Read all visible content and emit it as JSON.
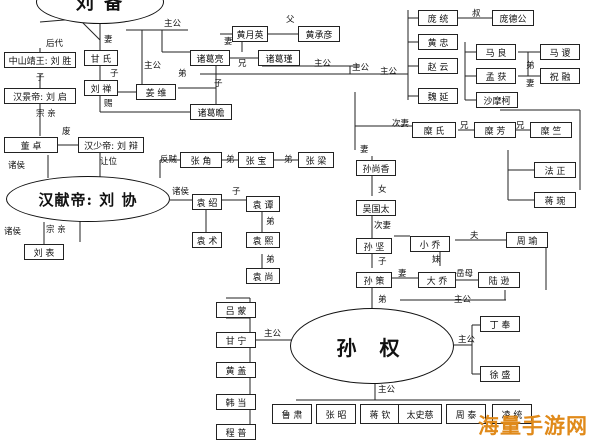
{
  "main": {
    "liubei": "刘 备",
    "xiandi": "汉献帝: 刘 协",
    "sunquan": "孙 权"
  },
  "people": {
    "zhongshan": "中山靖王: 刘 胜",
    "jingdi": "汉景帝: 刘 启",
    "ganshi": "甘 氏",
    "liuchan": "刘 禅",
    "jiangwei": "姜 维",
    "huangyueying": "黄月英",
    "huangchengyan": "黄承彦",
    "zhugeliang": "诸葛亮",
    "zhugejin": "诸葛瑾",
    "zhugezhan": "诸葛瞻",
    "pangtong": "庞 统",
    "pangdegong": "庞德公",
    "huangzhong": "黄 忠",
    "zhaoyun": "赵 云",
    "weiyan": "魏 延",
    "maliang": "马 良",
    "masu": "马 谡",
    "menghuo": "孟 获",
    "zhurong": "祝 融",
    "shashike": "沙摩柯",
    "mishi": "糜 氏",
    "mifang": "糜 芳",
    "mizhu": "糜 竺",
    "fazheng": "法 正",
    "jiangwan": "蒋 琬",
    "dongzhuo": "董 卓",
    "shaodi": "汉少帝: 刘 辩",
    "liubiao": "刘 表",
    "zhangjiao": "张 角",
    "zhangbao": "张 宝",
    "zhangliang": "张 梁",
    "yuanshao": "袁 绍",
    "yuanshu": "袁 术",
    "yuantan": "袁 谭",
    "yuanxi": "袁 熙",
    "yuanshang": "袁 尚",
    "sunshangxiang": "孙尚香",
    "wuguotai": "吴国太",
    "sunjian": "孙 坚",
    "sunce": "孙 策",
    "xiaoqiao": "小 乔",
    "daqiao": "大 乔",
    "zhouyu": "周 瑜",
    "luxun": "陆 逊",
    "lvmeng": "吕 蒙",
    "ganning": "甘 宁",
    "huanggai": "黄 盖",
    "handang": "韩 当",
    "chengpu": "程 普",
    "dingfeng": "丁 奉",
    "xusheng": "徐 盛",
    "lusu": "鲁 肃",
    "zhangzhao": "张 昭",
    "jiangqin": "蒋 钦",
    "taishici": "太史慈",
    "zhoutai": "周 泰",
    "lingtong": "凌 统"
  },
  "labels": {
    "houdai": "后代",
    "zi1": "子",
    "zongqin1": "宗 亲",
    "qi1": "妻",
    "zi2": "子",
    "ci": "赐",
    "zhugong1": "主公",
    "zhugong2": "主公",
    "di1": "弟",
    "zi3": "子",
    "fu": "父",
    "qi2": "妻",
    "xiong1": "兄",
    "zhugong3": "主公",
    "shu": "叔",
    "zhugong4": "主公",
    "di2": "弟",
    "qi3": "妻",
    "ciqi1": "次妻",
    "xiong2": "兄",
    "xiong3": "兄",
    "qi4": "妻",
    "fei": "废",
    "zhuhou1": "诸侯",
    "rangwei": "让位",
    "zongqin2": "宗 亲",
    "zhuhou2": "诸侯",
    "zhuhou3": "诸侯",
    "fanzei": "反贼",
    "di3": "弟",
    "di4": "弟",
    "zi4": "子",
    "di5": "弟",
    "di6": "弟",
    "nv": "女",
    "ciqi2": "次妻",
    "zi5": "子",
    "fu2": "夫",
    "qi5": "妻",
    "mei": "妹",
    "yuemu": "岳母",
    "zhugong5": "主公",
    "zhugong6": "主公",
    "zhugong7": "主公",
    "zhugong8": "主公",
    "zhugong9": "主公",
    "di7": "弟"
  },
  "watermark": "海量手游网"
}
